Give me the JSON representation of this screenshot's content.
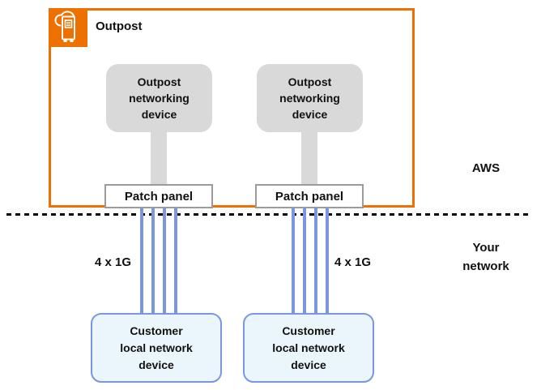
{
  "diagram": {
    "outpost_group": {
      "label": "Outpost",
      "icon": "aws-outposts-icon"
    },
    "zones": {
      "aws_label": "AWS",
      "customer_label": "Your\nnetwork"
    },
    "columns": [
      {
        "networking_device_label": "Outpost\nnetworking\ndevice",
        "patch_panel_label": "Patch panel",
        "uplink_label": "4 x 1G",
        "uplink_count": 4,
        "customer_device_label": "Customer\nlocal network\ndevice"
      },
      {
        "networking_device_label": "Outpost\nnetworking\ndevice",
        "patch_panel_label": "Patch panel",
        "uplink_label": "4 x 1G",
        "uplink_count": 4,
        "customer_device_label": "Customer\nlocal network\ndevice"
      }
    ],
    "colors": {
      "outpost_orange": "#ED7100",
      "device_gray": "#D9D9D9",
      "panel_border_gray": "#9B9B9B",
      "connection_blue": "#7B96E0",
      "customer_fill": "#EBF6FC",
      "boundary_black": "#000000",
      "text_black": "#111111"
    }
  }
}
